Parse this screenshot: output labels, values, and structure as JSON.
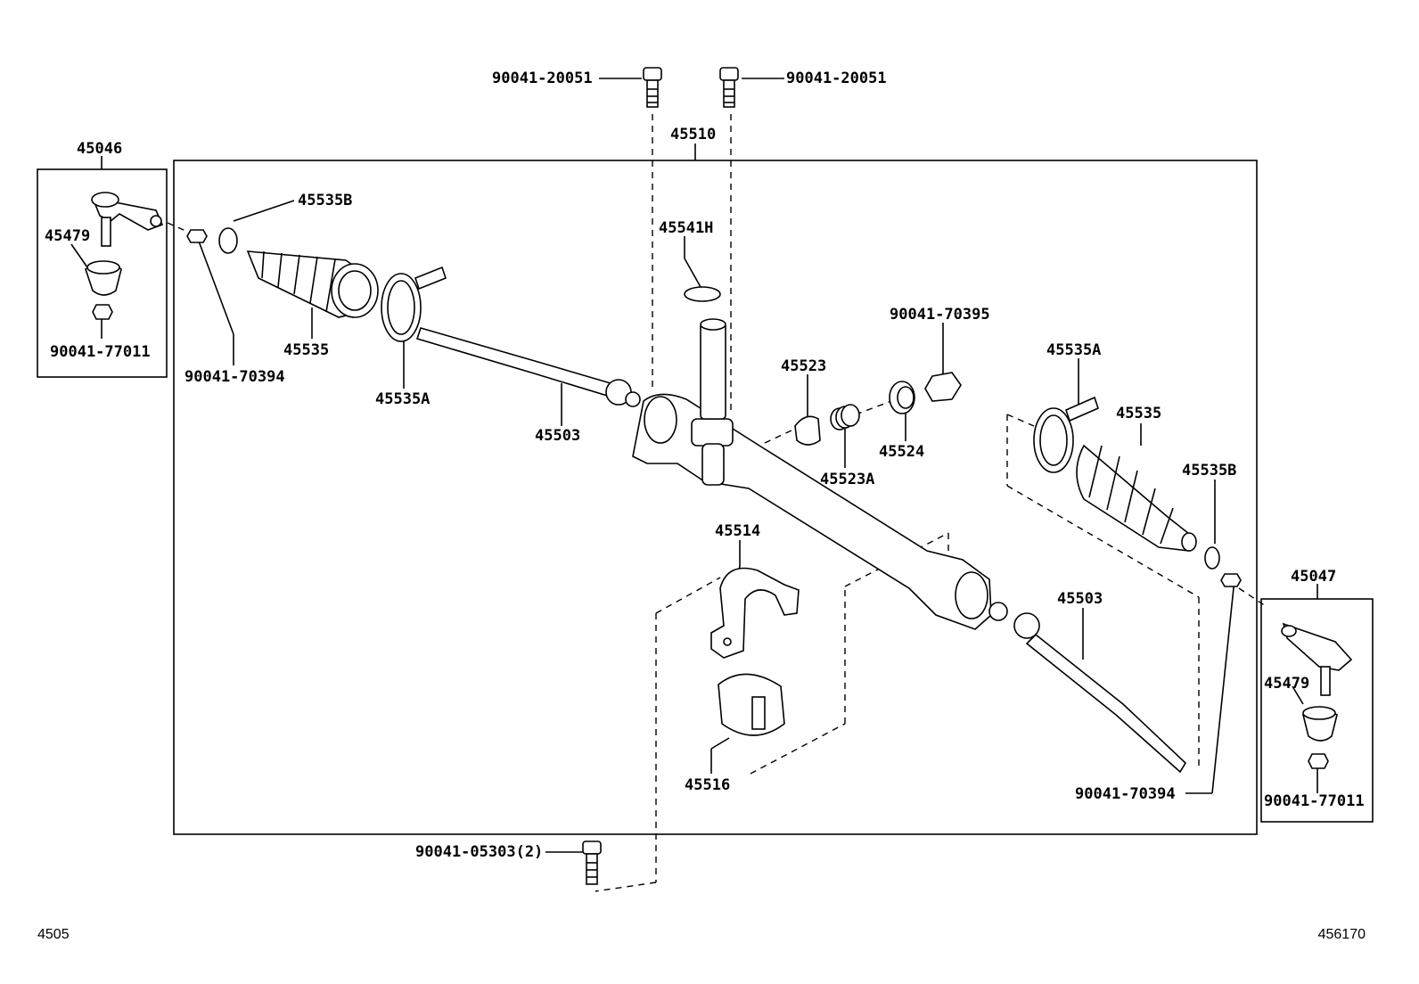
{
  "diagram": {
    "box_labels": {
      "main_assembly": "45510",
      "left_end_assembly": "45046",
      "right_end_assembly": "45047"
    },
    "part_labels": {
      "bolt_top_left": "90041-20051",
      "bolt_top_right": "90041-20051",
      "left_clip_b": "45535B",
      "left_ball_seat": "45479",
      "left_nut_bottom": "90041-77011",
      "left_lock_nut": "90041-70394",
      "left_boot": "45535",
      "left_clamp_a": "45535A",
      "left_tie_rod": "45503",
      "pinion_seal": "45541H",
      "rack_guide": "45523",
      "guide_spring": "45523A",
      "spring_cap": "45524",
      "lock_nut_adjust": "90041-70395",
      "bracket": "45514",
      "bushing": "45516",
      "right_clamp_a": "45535A",
      "right_boot": "45535",
      "right_clip_b": "45535B",
      "right_tie_rod": "45503",
      "right_lock_nut": "90041-70394",
      "right_ball_seat": "45479",
      "right_nut_bottom": "90041-77011",
      "mount_bolt": "90041-05303(2)"
    }
  },
  "footer": {
    "left_code": "4505",
    "right_code": "456170"
  }
}
